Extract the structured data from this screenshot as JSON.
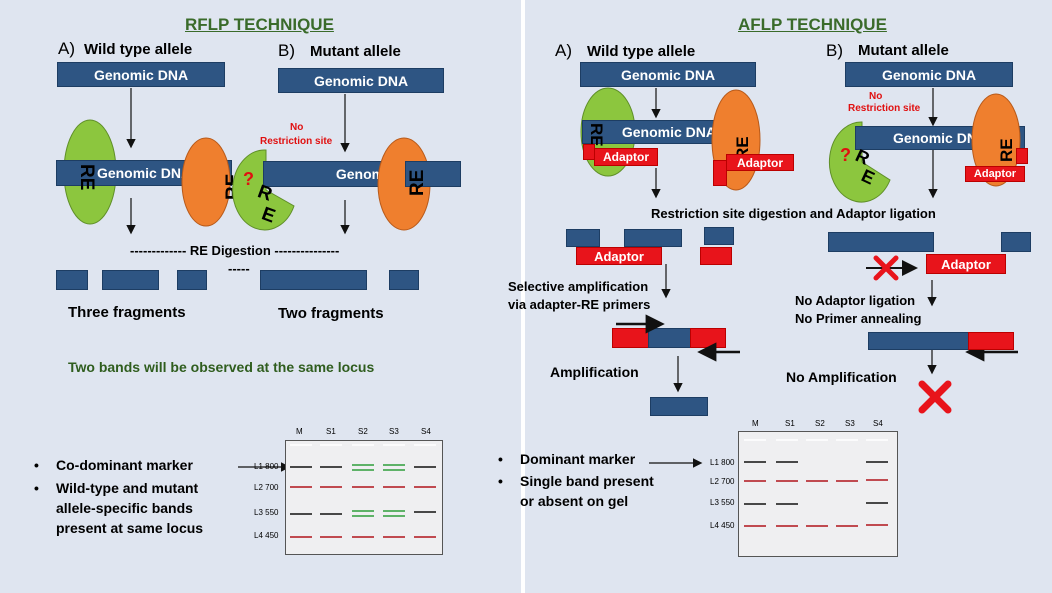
{
  "rflp": {
    "title": "RFLP TECHNIQUE",
    "label_a": "A)",
    "wild_type": "Wild type allele",
    "label_b": "B)",
    "mutant": "Mutant allele",
    "genomic_dna": "Genomic DNA",
    "no_site_line1": "No",
    "no_site_line2": "Restriction site",
    "re": "RE",
    "re_r": "R",
    "re_e": "E",
    "question": "?",
    "digestion": "------------- RE Digestion ---------------",
    "dashes": "-----",
    "three_fragments": "Three fragments",
    "two_fragments": "Two fragments",
    "bands_note": "Two bands will be observed at the same locus",
    "bullet1": "Co-dominant  marker",
    "bullet2_line1": "Wild-type and mutant",
    "bullet2_line2": "allele-specific bands",
    "bullet2_line3": "present at same locus",
    "gel": {
      "lanes": [
        "M",
        "S1",
        "S2",
        "S3",
        "S4"
      ],
      "rows": [
        "L1 800",
        "L2 700",
        "L3 550",
        "L4 450"
      ]
    }
  },
  "aflp": {
    "title": "AFLP TECHNIQUE",
    "label_a": "A)",
    "wild_type": "Wild type allele",
    "label_b": "B)",
    "mutant": "Mutant allele",
    "genomic_dna": "Genomic DNA",
    "no_site_line1": "No",
    "no_site_line2": "Restriction site",
    "re": "RE",
    "re_r": "R",
    "re_e": "E",
    "question": "?",
    "adaptor": "Adaptor",
    "digestion_caption": "Restriction site digestion and Adaptor ligation",
    "selective_line1": "Selective amplification",
    "selective_line2": "via adapter-RE primers",
    "amplification": "Amplification",
    "no_ligation": "No Adaptor ligation",
    "no_annealing": "No Primer annealing",
    "no_amplification": "No Amplification",
    "bullet1": "Dominant marker",
    "bullet2_line1": "Single band present",
    "bullet2_line2": "or absent on gel",
    "gel": {
      "lanes": [
        "M",
        "S1",
        "S2",
        "S3",
        "S4"
      ],
      "rows": [
        "L1 800",
        "L2 700",
        "L3 550",
        "L4 450"
      ]
    }
  },
  "colors": {
    "dna_blue": "#2e5583",
    "enzyme_green": "#8cc63e",
    "enzyme_orange": "#ef7f2e",
    "adaptor_red": "#e8141b",
    "band_black": "#111111",
    "band_red": "#b0141b",
    "band_green": "#2e9e3a"
  }
}
